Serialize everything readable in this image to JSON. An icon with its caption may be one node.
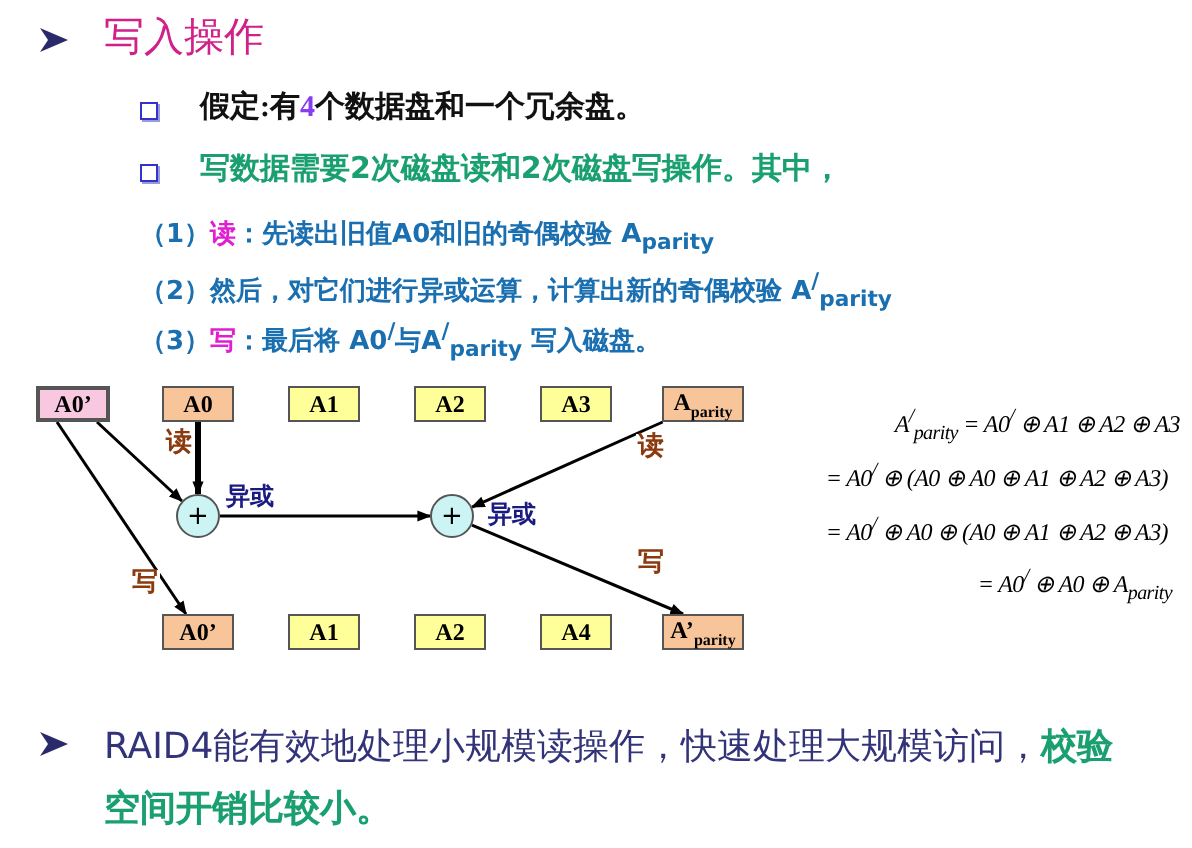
{
  "diagram": {
    "title": "写入操作",
    "nodes": [
      {
        "text": [
          "A0’"
        ]
      },
      {
        "text": [
          "A0"
        ]
      },
      {
        "text": [
          "A1"
        ]
      },
      {
        "text": [
          "A2"
        ]
      },
      {
        "text": [
          "A3"
        ]
      },
      {
        "text": [
          "A$_{parity}$"
        ]
      },
      {
        "text": [
          "+"
        ],
        "beside": [
          "异或"
        ]
      },
      {
        "text": [
          "+"
        ],
        "beside": [
          "异或"
        ]
      },
      {
        "text": [
          "A0’"
        ]
      },
      {
        "text": [
          "A1"
        ]
      },
      {
        "text": [
          "A2"
        ]
      },
      {
        "text": [
          "A4"
        ]
      },
      {
        "text": [
          "A’$_{parity}$"
        ]
      }
    ],
    "edges": [
      {
        "from": 0,
        "to": 6,
        "arrow": "to"
      },
      {
        "from": 1,
        "to": 6,
        "arrow": "to",
        "label": "读",
        "style": "thick"
      },
      {
        "from": 0,
        "to": 8,
        "arrow": "to",
        "label": "写"
      },
      {
        "from": 6,
        "to": 7,
        "arrow": "to"
      },
      {
        "from": 5,
        "to": 7,
        "arrow": "to",
        "label": "读"
      },
      {
        "from": 7,
        "to": 12,
        "arrow": "to",
        "label": "写"
      }
    ],
    "labels": [
      "假定:有**4**个数据盘和一个冗余盘。",
      "写数据需要2次磁盘读和2次磁盘写操作。其中，",
      "（1）**读**：先读出旧值A0和旧的奇偶校验 A$_{parity}$",
      "（2）然后，对它们进行异或运算，计算出新的奇偶校验 A$^{/}$$_{parity}$",
      "（3）**写**：最后将 A0$^{/}$与A$^{/}$$_{parity}$ 写入磁盘。",
      "A$^{/}$$_{parity}$ = A0$^{/}$ ⊕ A1 ⊕ A2 ⊕ A3",
      "= A0$^{/}$ ⊕ (A0 ⊕ A0 ⊕ A1 ⊕ A2 ⊕ A3)",
      "= A0$^{/}$ ⊕ A0 ⊕ (A0 ⊕ A1 ⊕ A2 ⊕ A3)",
      "= A0$^{/}$ ⊕ A0 ⊕ A$_{parity}$",
      "RAID4能有效地处理小规模读操作，快速处理大规模访问，**校验空间开销比较小。**"
    ]
  }
}
